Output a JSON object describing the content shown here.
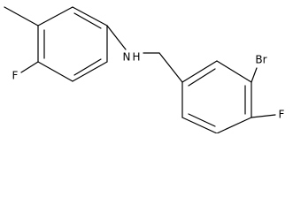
{
  "molecule": {
    "atoms": {
      "fluorine_left": "F",
      "nitrogen_amine": "N",
      "hydrogen_amine": "H",
      "bromine": "Br",
      "fluorine_right": "F"
    }
  }
}
